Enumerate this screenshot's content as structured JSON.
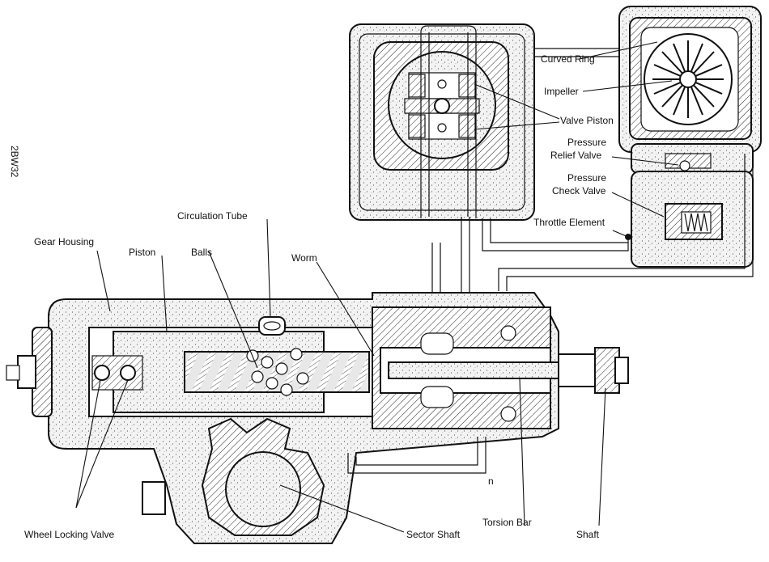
{
  "figure_code": "2BW32",
  "labels": {
    "curved_ring": "Curved Ring",
    "impeller": "Impeller",
    "valve_piston": "Valve Piston",
    "pressure_relief_valve_1": "Pressure",
    "pressure_relief_valve_2": "Relief Valve",
    "pressure_check_valve_1": "Pressure",
    "pressure_check_valve_2": "Check Valve",
    "throttle_element": "Throttle Element",
    "circulation_tube": "Circulation Tube",
    "gear_housing": "Gear Housing",
    "piston": "Piston",
    "balls": "Balls",
    "worm": "Worm",
    "wheel_locking_valve": "Wheel Locking Valve",
    "sector_shaft": "Sector Shaft",
    "torsion_bar": "Torsion Bar",
    "shaft": "Shaft",
    "mark_n": "n"
  },
  "colors": {
    "ink": "#111111",
    "paper": "#ffffff",
    "fill": "#f4f4f4"
  }
}
